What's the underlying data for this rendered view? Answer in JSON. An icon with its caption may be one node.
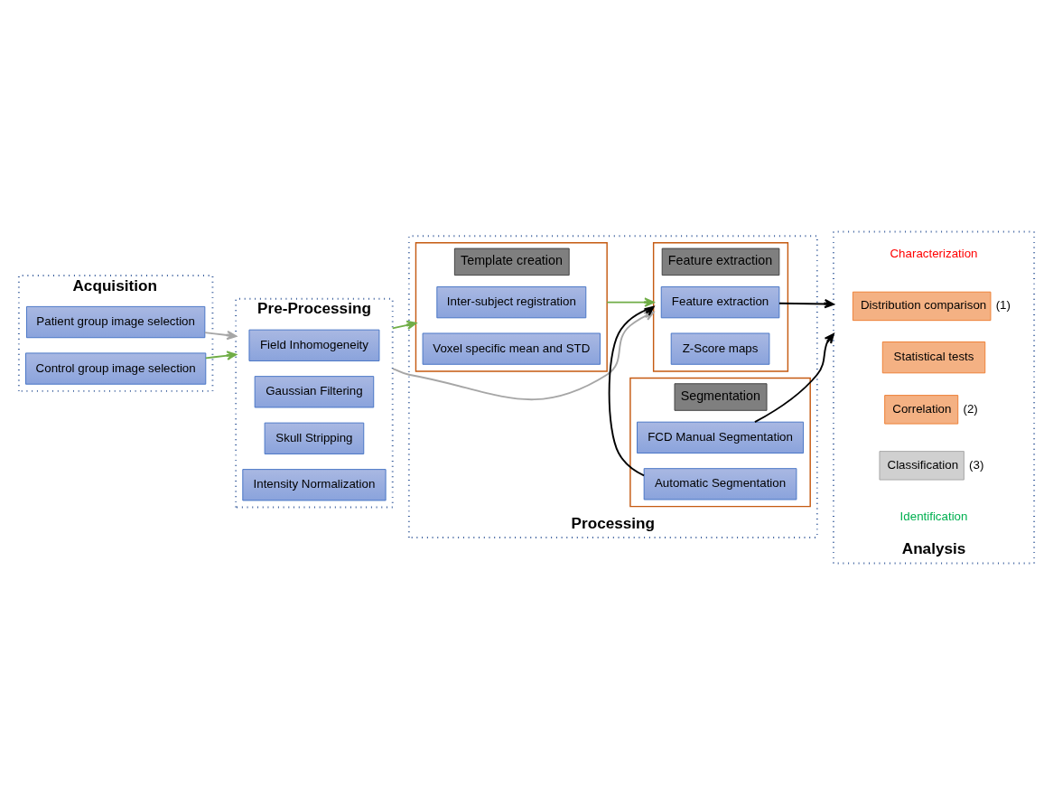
{
  "diagram": {
    "nodes": [
      {
        "text": [
          "Acquisition"
        ]
      },
      {
        "text": [
          "Patient group image selection"
        ],
        "in": 0
      },
      {
        "text": [
          "Control group image selection"
        ],
        "in": 0
      },
      {
        "text": [
          "Pre-Processing"
        ]
      },
      {
        "text": [
          "Field Inhomogeneity"
        ],
        "in": 3
      },
      {
        "text": [
          "Gaussian Filtering"
        ],
        "in": 3
      },
      {
        "text": [
          "Skull Stripping"
        ],
        "in": 3
      },
      {
        "text": [
          "Intensity Normalization"
        ],
        "in": 3
      },
      {
        "text": [
          "Processing"
        ]
      },
      {
        "text": [
          "Template creation"
        ],
        "in": 8
      },
      {
        "text": [
          "Inter-subject registration"
        ],
        "in": 9
      },
      {
        "text": [
          "Voxel specific mean and STD"
        ],
        "in": 9
      },
      {
        "text": [
          "Feature extraction"
        ],
        "in": 8
      },
      {
        "text": [
          "Feature extraction"
        ],
        "in": 12
      },
      {
        "text": [
          "Z-Score maps"
        ],
        "in": 12
      },
      {
        "text": [
          "Segmentation"
        ],
        "in": 8
      },
      {
        "text": [
          "FCD Manual Segmentation"
        ],
        "in": 15
      },
      {
        "text": [
          "Automatic Segmentation"
        ],
        "in": 15
      },
      {
        "text": [
          "Analysis"
        ]
      },
      {
        "text": [
          "Distribution comparison"
        ],
        "in": 18,
        "beside": [
          "(1)"
        ]
      },
      {
        "text": [
          "Statistical tests"
        ],
        "in": 18
      },
      {
        "text": [
          "Correlation"
        ],
        "in": 18,
        "beside": [
          "(2)"
        ]
      },
      {
        "text": [
          "Classification"
        ],
        "in": 18,
        "beside": [
          "(3)"
        ]
      }
    ],
    "edges": [
      {
        "from": 1,
        "to": 3,
        "arrow": "to",
        "color": "#a6a6a6"
      },
      {
        "from": 2,
        "to": 3,
        "arrow": "to",
        "color": "#70ad47"
      },
      {
        "from": 3,
        "to": 9,
        "arrow": "to",
        "color": "#70ad47"
      },
      {
        "from": 3,
        "to": 12,
        "arrow": "to",
        "color": "#a6a6a6"
      },
      {
        "from": 9,
        "to": 12,
        "arrow": "to",
        "color": "#70ad47"
      },
      {
        "from": 17,
        "to": 12,
        "arrow": "to",
        "color": "#000000"
      },
      {
        "from": 13,
        "to": 18,
        "arrow": "to",
        "color": "#000000"
      },
      {
        "from": 16,
        "to": 18,
        "arrow": "to",
        "color": "#000000"
      }
    ],
    "labels": [
      "Characterization",
      "Identification"
    ]
  }
}
